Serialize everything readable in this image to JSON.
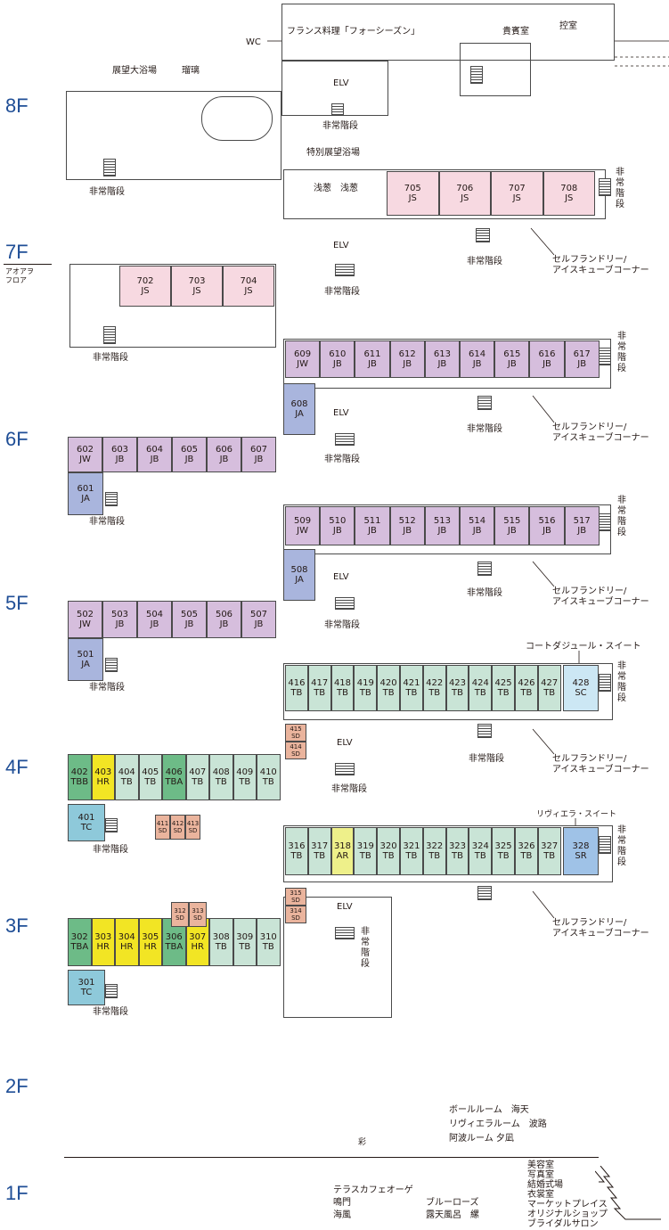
{
  "colors": {
    "floor_label": "#1f4e96",
    "JS": "#f7d9e1",
    "JW_JB": "#d6bedd",
    "JA": "#a9b5dd",
    "TB": "#c9e4d6",
    "TBB_TBA": "#6dbb87",
    "HR": "#f2e524",
    "AR": "#eef08a",
    "TC": "#8ec9da",
    "SD": "#eab49d",
    "SC": "#cce7f4",
    "SR": "#9fc2e7"
  },
  "floors": {
    "f8": {
      "label": "8F",
      "wc": "WC",
      "french": "フランス料理「フォーシーズン」",
      "vip": "貴賓室",
      "anteroom": "控室",
      "bath": "展望大浴場",
      "ruri": "瑠璃",
      "elv": "ELV",
      "exit_center": "非常階段",
      "exit_left": "非常階段"
    },
    "f7": {
      "label": "7F",
      "sub": "アオアヲ\nフロア",
      "special_bath": "特別展望浴場",
      "asagi1": "浅葱",
      "asagi2": "浅葱",
      "elv": "ELV",
      "exit_right": "非常階段",
      "exit_center": "非常階段",
      "exit_lower": "非常階段",
      "exit_left": "非常階段",
      "laundry": "セルフランドリー/\nアイスキューブコーナー",
      "rooms_upper": [
        {
          "no": "705",
          "type": "JS"
        },
        {
          "no": "706",
          "type": "JS"
        },
        {
          "no": "707",
          "type": "JS"
        },
        {
          "no": "708",
          "type": "JS"
        }
      ],
      "rooms_lower": [
        {
          "no": "702",
          "type": "JS"
        },
        {
          "no": "703",
          "type": "JS"
        },
        {
          "no": "704",
          "type": "JS"
        }
      ]
    },
    "f6": {
      "label": "6F",
      "elv": "ELV",
      "exit_right": "非常階段",
      "exit_center": "非常階段",
      "exit_lower": "非常階段",
      "exit_left": "非常階段",
      "laundry": "セルフランドリー/\nアイスキューブコーナー",
      "rooms_upper": [
        {
          "no": "609",
          "type": "JW"
        },
        {
          "no": "610",
          "type": "JB"
        },
        {
          "no": "611",
          "type": "JB"
        },
        {
          "no": "612",
          "type": "JB"
        },
        {
          "no": "613",
          "type": "JB"
        },
        {
          "no": "614",
          "type": "JB"
        },
        {
          "no": "615",
          "type": "JB"
        },
        {
          "no": "616",
          "type": "JB"
        },
        {
          "no": "617",
          "type": "JB"
        }
      ],
      "room_mid": {
        "no": "608",
        "type": "JA"
      },
      "rooms_lower": [
        {
          "no": "602",
          "type": "JW"
        },
        {
          "no": "603",
          "type": "JB"
        },
        {
          "no": "604",
          "type": "JB"
        },
        {
          "no": "605",
          "type": "JB"
        },
        {
          "no": "606",
          "type": "JB"
        },
        {
          "no": "607",
          "type": "JB"
        }
      ],
      "room_corner": {
        "no": "601",
        "type": "JA"
      }
    },
    "f5": {
      "label": "5F",
      "elv": "ELV",
      "exit_right": "非常階段",
      "exit_center": "非常階段",
      "exit_lower": "非常階段",
      "exit_left": "非常階段",
      "laundry": "セルフランドリー/\nアイスキューブコーナー",
      "rooms_upper": [
        {
          "no": "509",
          "type": "JW"
        },
        {
          "no": "510",
          "type": "JB"
        },
        {
          "no": "511",
          "type": "JB"
        },
        {
          "no": "512",
          "type": "JB"
        },
        {
          "no": "513",
          "type": "JB"
        },
        {
          "no": "514",
          "type": "JB"
        },
        {
          "no": "515",
          "type": "JB"
        },
        {
          "no": "516",
          "type": "JB"
        },
        {
          "no": "517",
          "type": "JB"
        }
      ],
      "room_mid": {
        "no": "508",
        "type": "JA"
      },
      "rooms_lower": [
        {
          "no": "502",
          "type": "JW"
        },
        {
          "no": "503",
          "type": "JB"
        },
        {
          "no": "504",
          "type": "JB"
        },
        {
          "no": "505",
          "type": "JB"
        },
        {
          "no": "506",
          "type": "JB"
        },
        {
          "no": "507",
          "type": "JB"
        }
      ],
      "room_corner": {
        "no": "501",
        "type": "JA"
      }
    },
    "f4": {
      "label": "4F",
      "suite": "コートダジュール・スイート",
      "elv": "ELV",
      "exit_right": "非常階段",
      "exit_center": "非常階段",
      "exit_lower": "非常階段",
      "exit_left": "非常階段",
      "laundry": "セルフランドリー/\nアイスキューブコーナー",
      "rooms_upper": [
        {
          "no": "416",
          "type": "TB"
        },
        {
          "no": "417",
          "type": "TB"
        },
        {
          "no": "418",
          "type": "TB"
        },
        {
          "no": "419",
          "type": "TB"
        },
        {
          "no": "420",
          "type": "TB"
        },
        {
          "no": "421",
          "type": "TB"
        },
        {
          "no": "422",
          "type": "TB"
        },
        {
          "no": "423",
          "type": "TB"
        },
        {
          "no": "424",
          "type": "TB"
        },
        {
          "no": "425",
          "type": "TB"
        },
        {
          "no": "426",
          "type": "TB"
        },
        {
          "no": "427",
          "type": "TB"
        }
      ],
      "room_suite": {
        "no": "428",
        "type": "SC"
      },
      "sd_mid": [
        {
          "no": "415",
          "type": "SD"
        },
        {
          "no": "414",
          "type": "SD"
        }
      ],
      "rooms_lower": [
        {
          "no": "402",
          "type": "TBB"
        },
        {
          "no": "403",
          "type": "HR"
        },
        {
          "no": "404",
          "type": "TB"
        },
        {
          "no": "405",
          "type": "TB"
        },
        {
          "no": "406",
          "type": "TBA"
        },
        {
          "no": "407",
          "type": "TB"
        },
        {
          "no": "408",
          "type": "TB"
        },
        {
          "no": "409",
          "type": "TB"
        },
        {
          "no": "410",
          "type": "TB"
        }
      ],
      "room_corner": {
        "no": "401",
        "type": "TC"
      },
      "sd_low": [
        {
          "no": "411",
          "type": "SD"
        },
        {
          "no": "412",
          "type": "SD"
        },
        {
          "no": "413",
          "type": "SD"
        }
      ]
    },
    "f3": {
      "label": "3F",
      "suite": "リヴィエラ・スイート",
      "elv": "ELV",
      "exit_right": "非常階段",
      "exit_vertical": "非常階段",
      "exit_left": "非常階段",
      "laundry": "セルフランドリー/\nアイスキューブコーナー",
      "rooms_upper": [
        {
          "no": "316",
          "type": "TB"
        },
        {
          "no": "317",
          "type": "TB"
        },
        {
          "no": "318",
          "type": "AR"
        },
        {
          "no": "319",
          "type": "TB"
        },
        {
          "no": "320",
          "type": "TB"
        },
        {
          "no": "321",
          "type": "TB"
        },
        {
          "no": "322",
          "type": "TB"
        },
        {
          "no": "323",
          "type": "TB"
        },
        {
          "no": "324",
          "type": "TB"
        },
        {
          "no": "325",
          "type": "TB"
        },
        {
          "no": "326",
          "type": "TB"
        },
        {
          "no": "327",
          "type": "TB"
        }
      ],
      "room_suite": {
        "no": "328",
        "type": "SR"
      },
      "sd_mid": [
        {
          "no": "315",
          "type": "SD"
        },
        {
          "no": "314",
          "type": "SD"
        }
      ],
      "rooms_lower": [
        {
          "no": "302",
          "type": "TBA"
        },
        {
          "no": "303",
          "type": "HR"
        },
        {
          "no": "304",
          "type": "HR"
        },
        {
          "no": "305",
          "type": "HR"
        },
        {
          "no": "306",
          "type": "TBA"
        },
        {
          "no": "307",
          "type": "HR"
        },
        {
          "no": "308",
          "type": "TB"
        },
        {
          "no": "309",
          "type": "TB"
        },
        {
          "no": "310",
          "type": "TB"
        }
      ],
      "room_corner": {
        "no": "301",
        "type": "TC"
      },
      "sd_low": [
        {
          "no": "312",
          "type": "SD"
        },
        {
          "no": "313",
          "type": "SD"
        }
      ]
    },
    "f2": {
      "label": "2F",
      "line1": "ボールルーム　海天",
      "line2": "リヴィエラルーム　波路",
      "line3": "阿波ルーム 夕凪",
      "aya": "彩"
    },
    "f1": {
      "label": "1F",
      "cafe": "テラスカフェオーゲ",
      "naruto": "鳴門",
      "kaifu": "海風",
      "blue": "ブルーローズ",
      "rotenburo": "露天風呂　縲",
      "services": [
        "美容室",
        "写真室",
        "結婚式場",
        "衣裳室",
        "マーケットプレイス",
        "オリジナルショップ",
        "ブライダルサロン"
      ]
    }
  }
}
